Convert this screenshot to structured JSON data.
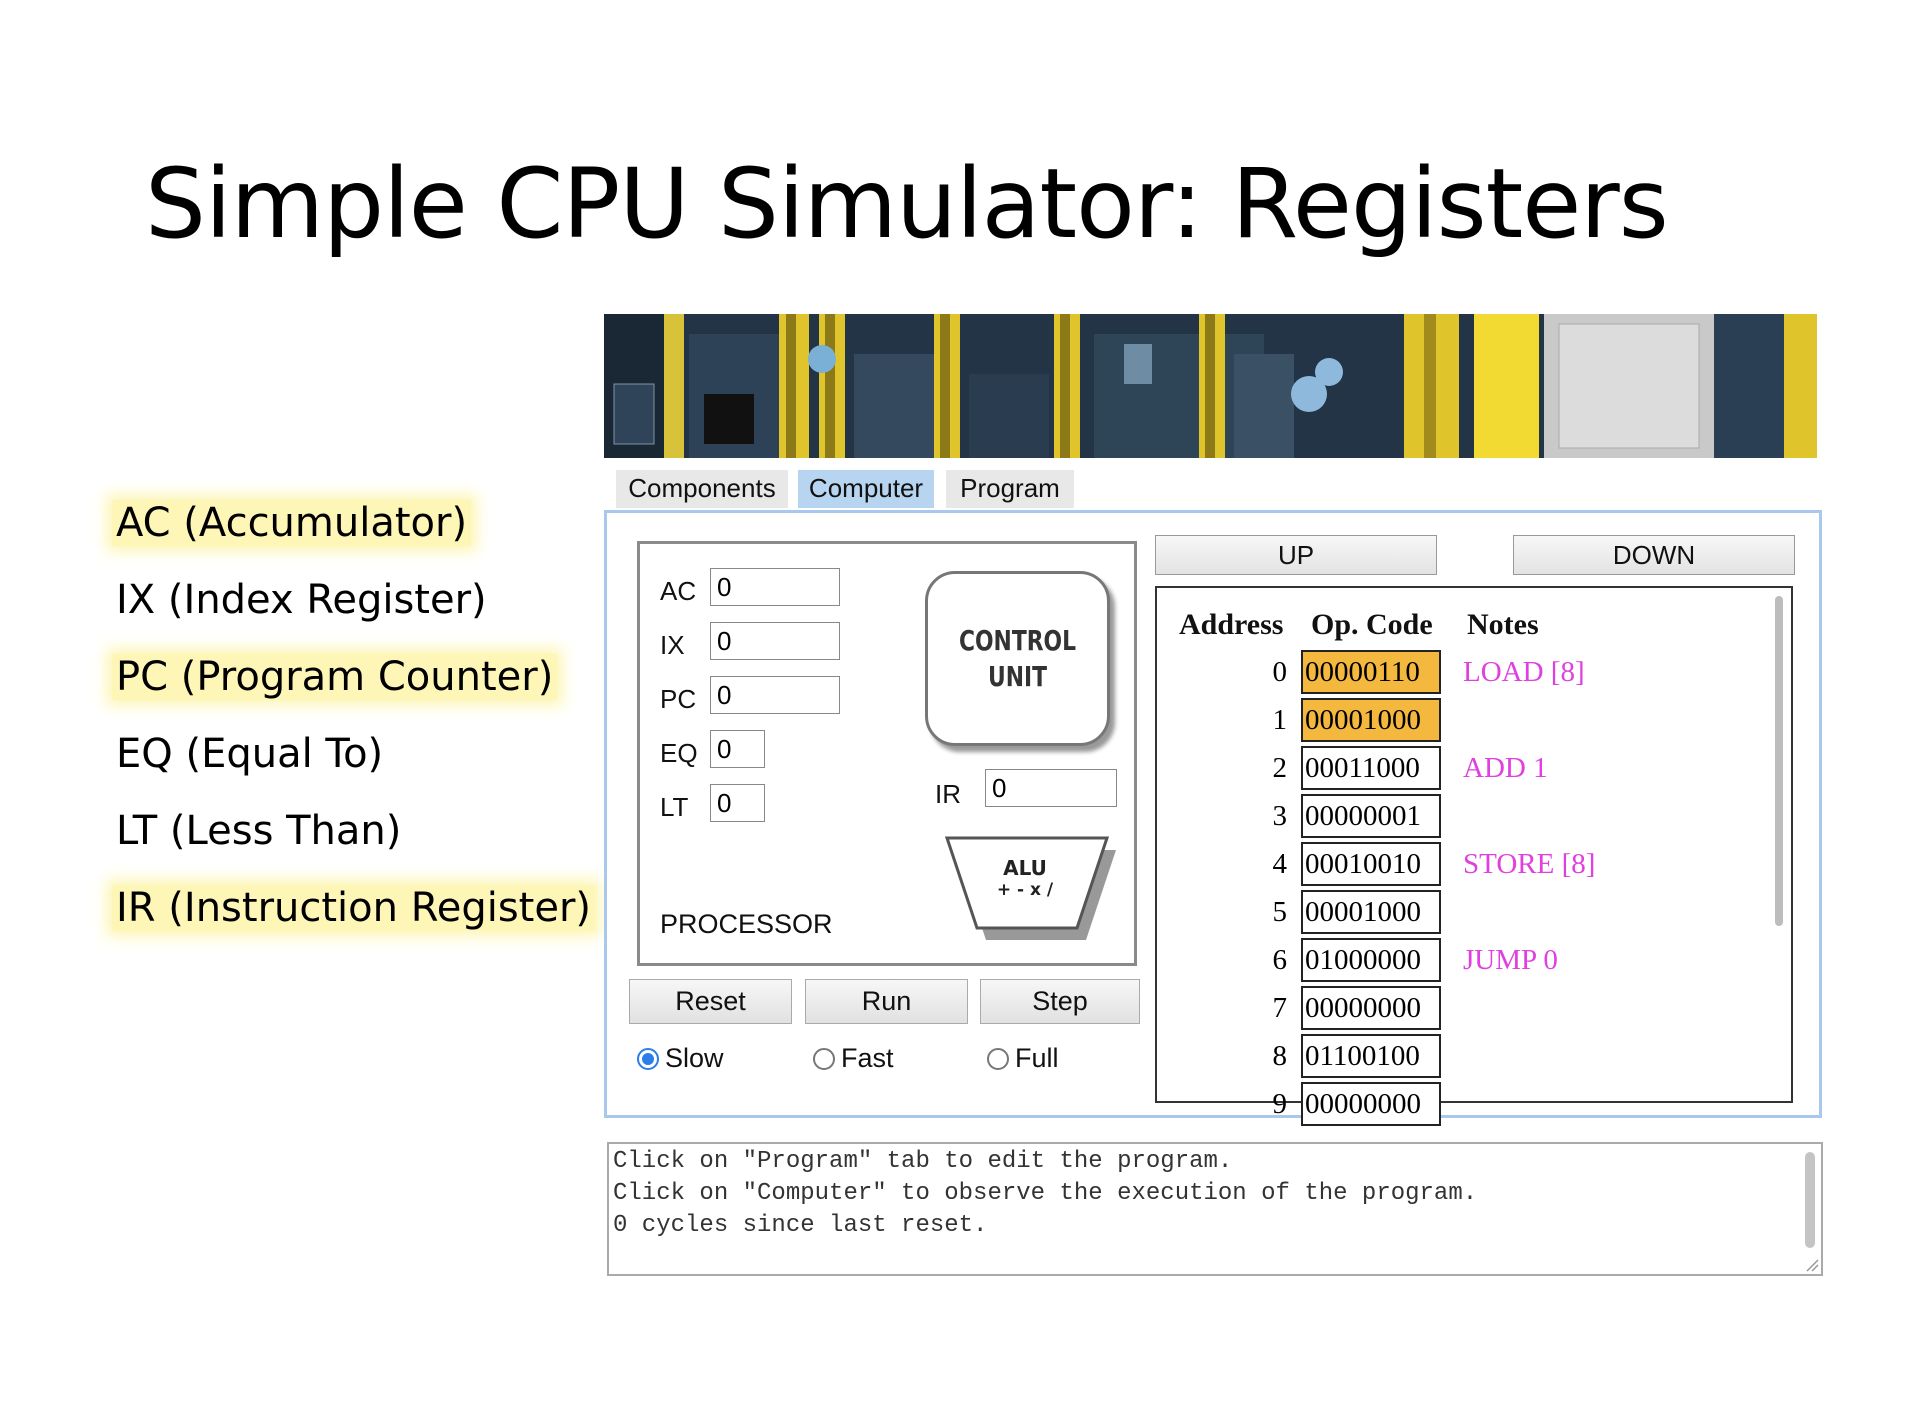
{
  "slide": {
    "title": "Simple CPU Simulator: Registers"
  },
  "legend": [
    {
      "text": "AC (Accumulator)",
      "highlighted": true
    },
    {
      "text": "IX (Index Register)",
      "highlighted": false
    },
    {
      "text": "PC (Program Counter)",
      "highlighted": true
    },
    {
      "text": "EQ (Equal To)",
      "highlighted": false
    },
    {
      "text": "LT (Less Than)",
      "highlighted": false
    },
    {
      "text": "IR (Instruction Register)",
      "highlighted": true
    }
  ],
  "tabs": [
    {
      "label": "Components",
      "active": false
    },
    {
      "label": "Computer",
      "active": true
    },
    {
      "label": "Program",
      "active": false
    }
  ],
  "processor": {
    "label": "PROCESSOR",
    "registers": [
      {
        "name": "AC",
        "value": "0"
      },
      {
        "name": "IX",
        "value": "0"
      },
      {
        "name": "PC",
        "value": "0"
      },
      {
        "name": "EQ",
        "value": "0"
      },
      {
        "name": "LT",
        "value": "0"
      }
    ],
    "ir": {
      "name": "IR",
      "value": "0"
    },
    "control_unit": {
      "line1": "CONTROL",
      "line2": "UNIT"
    },
    "alu": {
      "line1": "ALU",
      "line2": "+ - x /"
    }
  },
  "controls": {
    "buttons": [
      "Reset",
      "Run",
      "Step"
    ],
    "speeds": [
      {
        "label": "Slow",
        "selected": true
      },
      {
        "label": "Fast",
        "selected": false
      },
      {
        "label": "Full",
        "selected": false
      }
    ]
  },
  "memory": {
    "up_label": "UP",
    "down_label": "DOWN",
    "headers": {
      "address": "Address",
      "opcode": "Op. Code",
      "notes": "Notes"
    },
    "rows": [
      {
        "address": "0",
        "opcode": "00000110",
        "note": "LOAD [8]",
        "highlighted": true
      },
      {
        "address": "1",
        "opcode": "00001000",
        "note": "",
        "highlighted": true
      },
      {
        "address": "2",
        "opcode": "00011000",
        "note": "ADD 1",
        "highlighted": false
      },
      {
        "address": "3",
        "opcode": "00000001",
        "note": "",
        "highlighted": false
      },
      {
        "address": "4",
        "opcode": "00010010",
        "note": "STORE [8]",
        "highlighted": false
      },
      {
        "address": "5",
        "opcode": "00001000",
        "note": "",
        "highlighted": false
      },
      {
        "address": "6",
        "opcode": "01000000",
        "note": "JUMP 0",
        "highlighted": false
      },
      {
        "address": "7",
        "opcode": "00000000",
        "note": "",
        "highlighted": false
      },
      {
        "address": "8",
        "opcode": "01100100",
        "note": "",
        "highlighted": false
      },
      {
        "address": "9",
        "opcode": "00000000",
        "note": "",
        "highlighted": false
      }
    ],
    "colors": {
      "highlight": "#f4b83f",
      "note": "#e040e0"
    }
  },
  "console": {
    "lines": [
      "Click on \"Program\" tab to edit the program.",
      "Click on \"Computer\" to observe the execution of the program.",
      "0 cycles since last reset."
    ]
  },
  "banner": {
    "description_icon": "motherboard-image"
  }
}
